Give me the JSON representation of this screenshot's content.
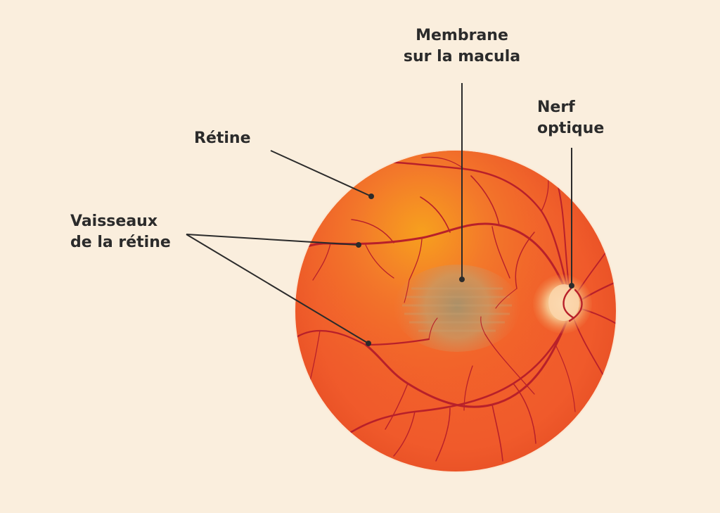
{
  "labels": {
    "membrane": {
      "line1": "Membrane",
      "line2": "sur la macula"
    },
    "nerf": {
      "line1": "Nerf",
      "line2": "optique"
    },
    "retine": {
      "line1": "Rétine"
    },
    "vaisseaux": {
      "line1": "Vaisseaux",
      "line2": "de la rétine"
    }
  },
  "colors": {
    "background": "#faeedd",
    "retina_base": "#f05a2b",
    "retina_glow": "#f7a01e",
    "vessels": "#b8202a",
    "optic_disc": "#f6c089",
    "macula_membrane": "#b0936a",
    "leader_lines": "#2b2b2b",
    "label_text": "#2b2b2b"
  }
}
